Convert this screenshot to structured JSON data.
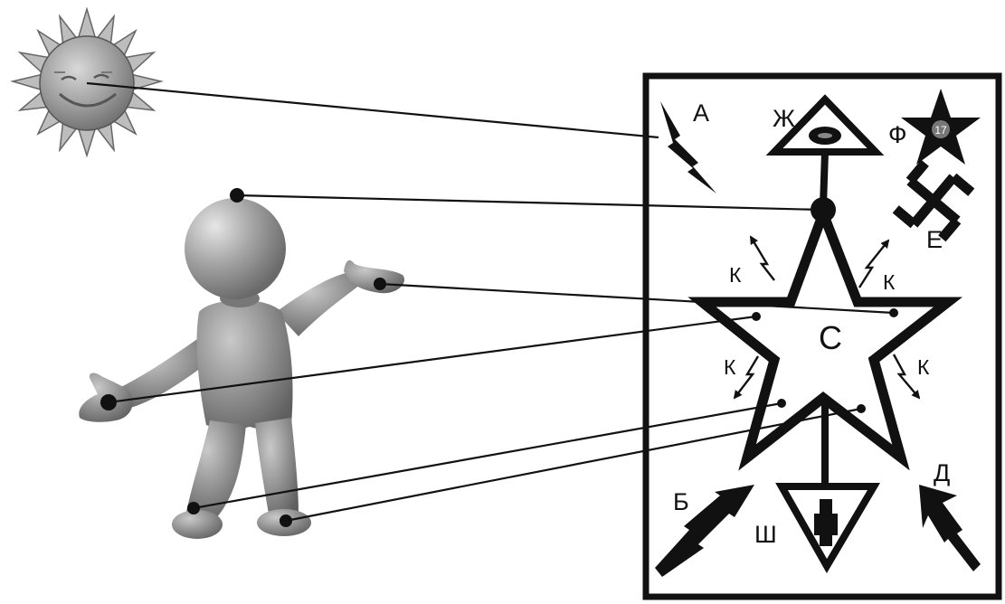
{
  "diagram": {
    "labels": {
      "a": "А",
      "zh": "Ж",
      "f": "Ф",
      "star_number": "17",
      "e": "Е",
      "k_top_left": "К",
      "k_top_right": "К",
      "k_mid_left": "К",
      "k_mid_right": "К",
      "s": "С",
      "b": "Б",
      "sh": "Ш",
      "d": "Д"
    }
  }
}
